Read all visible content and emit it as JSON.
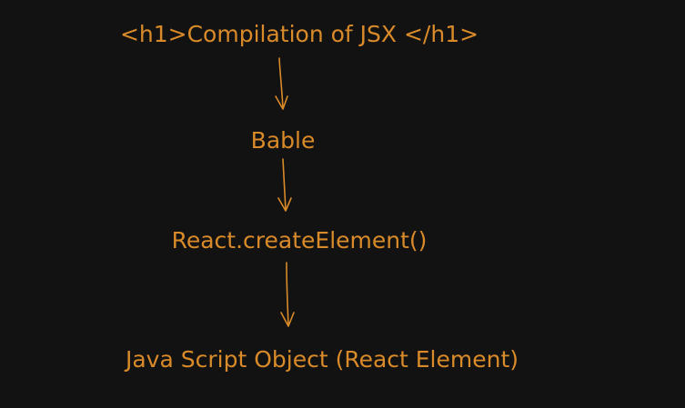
{
  "colors": {
    "background": "#121212",
    "stroke": "#d98a29"
  },
  "diagram": {
    "nodes": [
      {
        "id": "n1",
        "label": "<h1>Compilation of JSX </h1>"
      },
      {
        "id": "n2",
        "label": "Bable"
      },
      {
        "id": "n3",
        "label": "React.createElement()"
      },
      {
        "id": "n4",
        "label": "Java Script Object (React Element)"
      }
    ],
    "edges": [
      {
        "from": "n1",
        "to": "n2"
      },
      {
        "from": "n2",
        "to": "n3"
      },
      {
        "from": "n3",
        "to": "n4"
      }
    ]
  }
}
